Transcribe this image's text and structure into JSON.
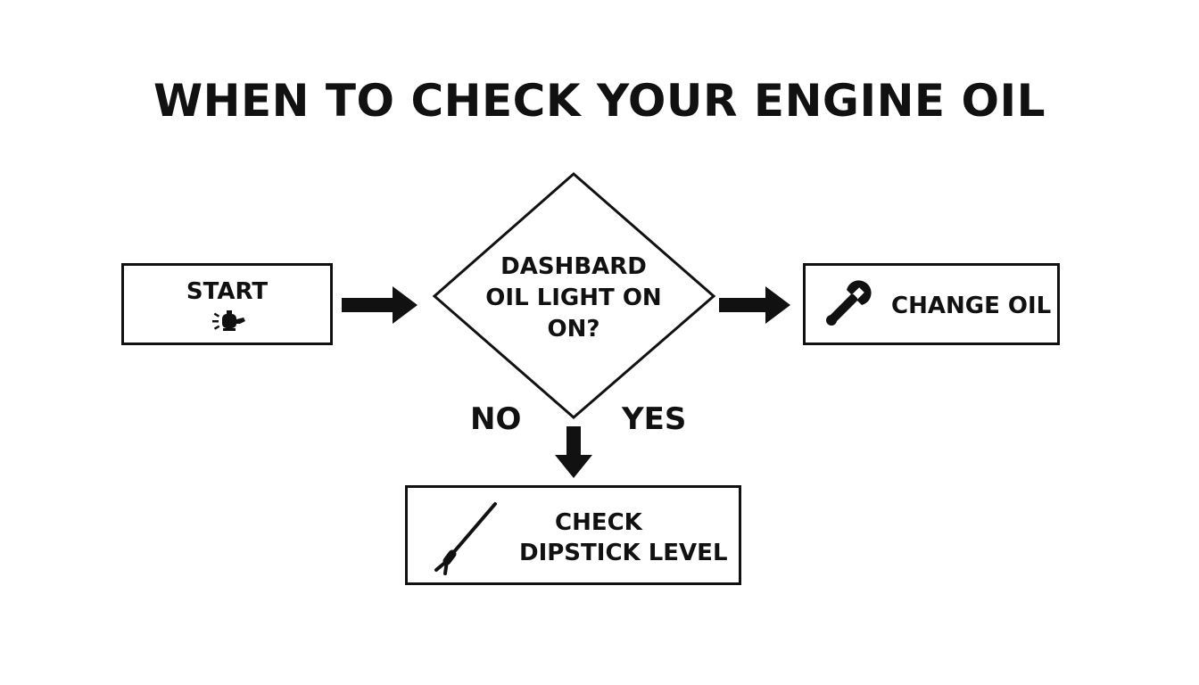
{
  "title": "WHEN TO CHECK YOUR ENGINE OIL",
  "nodes": {
    "start": {
      "label": "START",
      "icon": "oil-can-icon"
    },
    "decision": {
      "line1": "DASHBARD",
      "line2": "OIL LIGHT ON",
      "line3": "ON?"
    },
    "change_oil": {
      "label": "CHANGE OIL",
      "icon": "wrench-icon"
    },
    "check_dipstick": {
      "line1": "CHECK",
      "line2": "DIPSTICK LEVEL",
      "icon": "dipstick-icon"
    }
  },
  "branches": {
    "no": "NO",
    "yes": "YES"
  }
}
